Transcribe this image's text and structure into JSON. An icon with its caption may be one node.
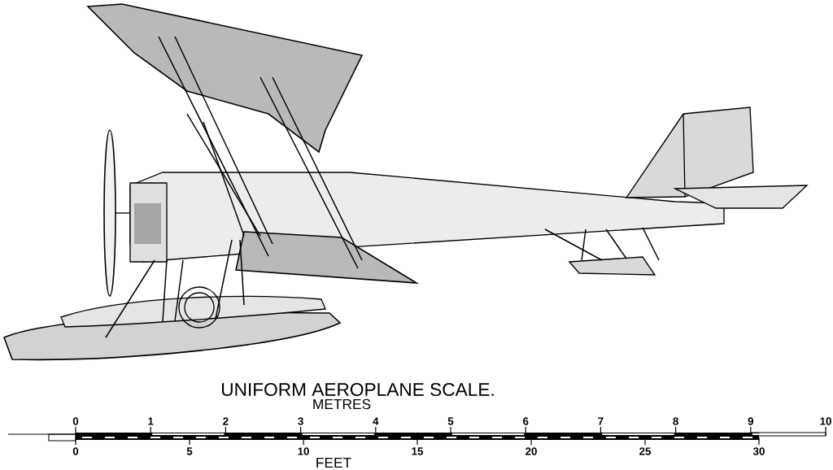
{
  "diagram": {
    "title": "UNIFORM AEROPLANE SCALE.",
    "labels": [
      "METRES",
      "0",
      "1",
      "2",
      "3",
      "4",
      "5",
      "6",
      "7",
      "8",
      "9",
      "10",
      "0",
      "5",
      "10",
      "15",
      "20",
      "25",
      "30",
      "FEET"
    ]
  }
}
